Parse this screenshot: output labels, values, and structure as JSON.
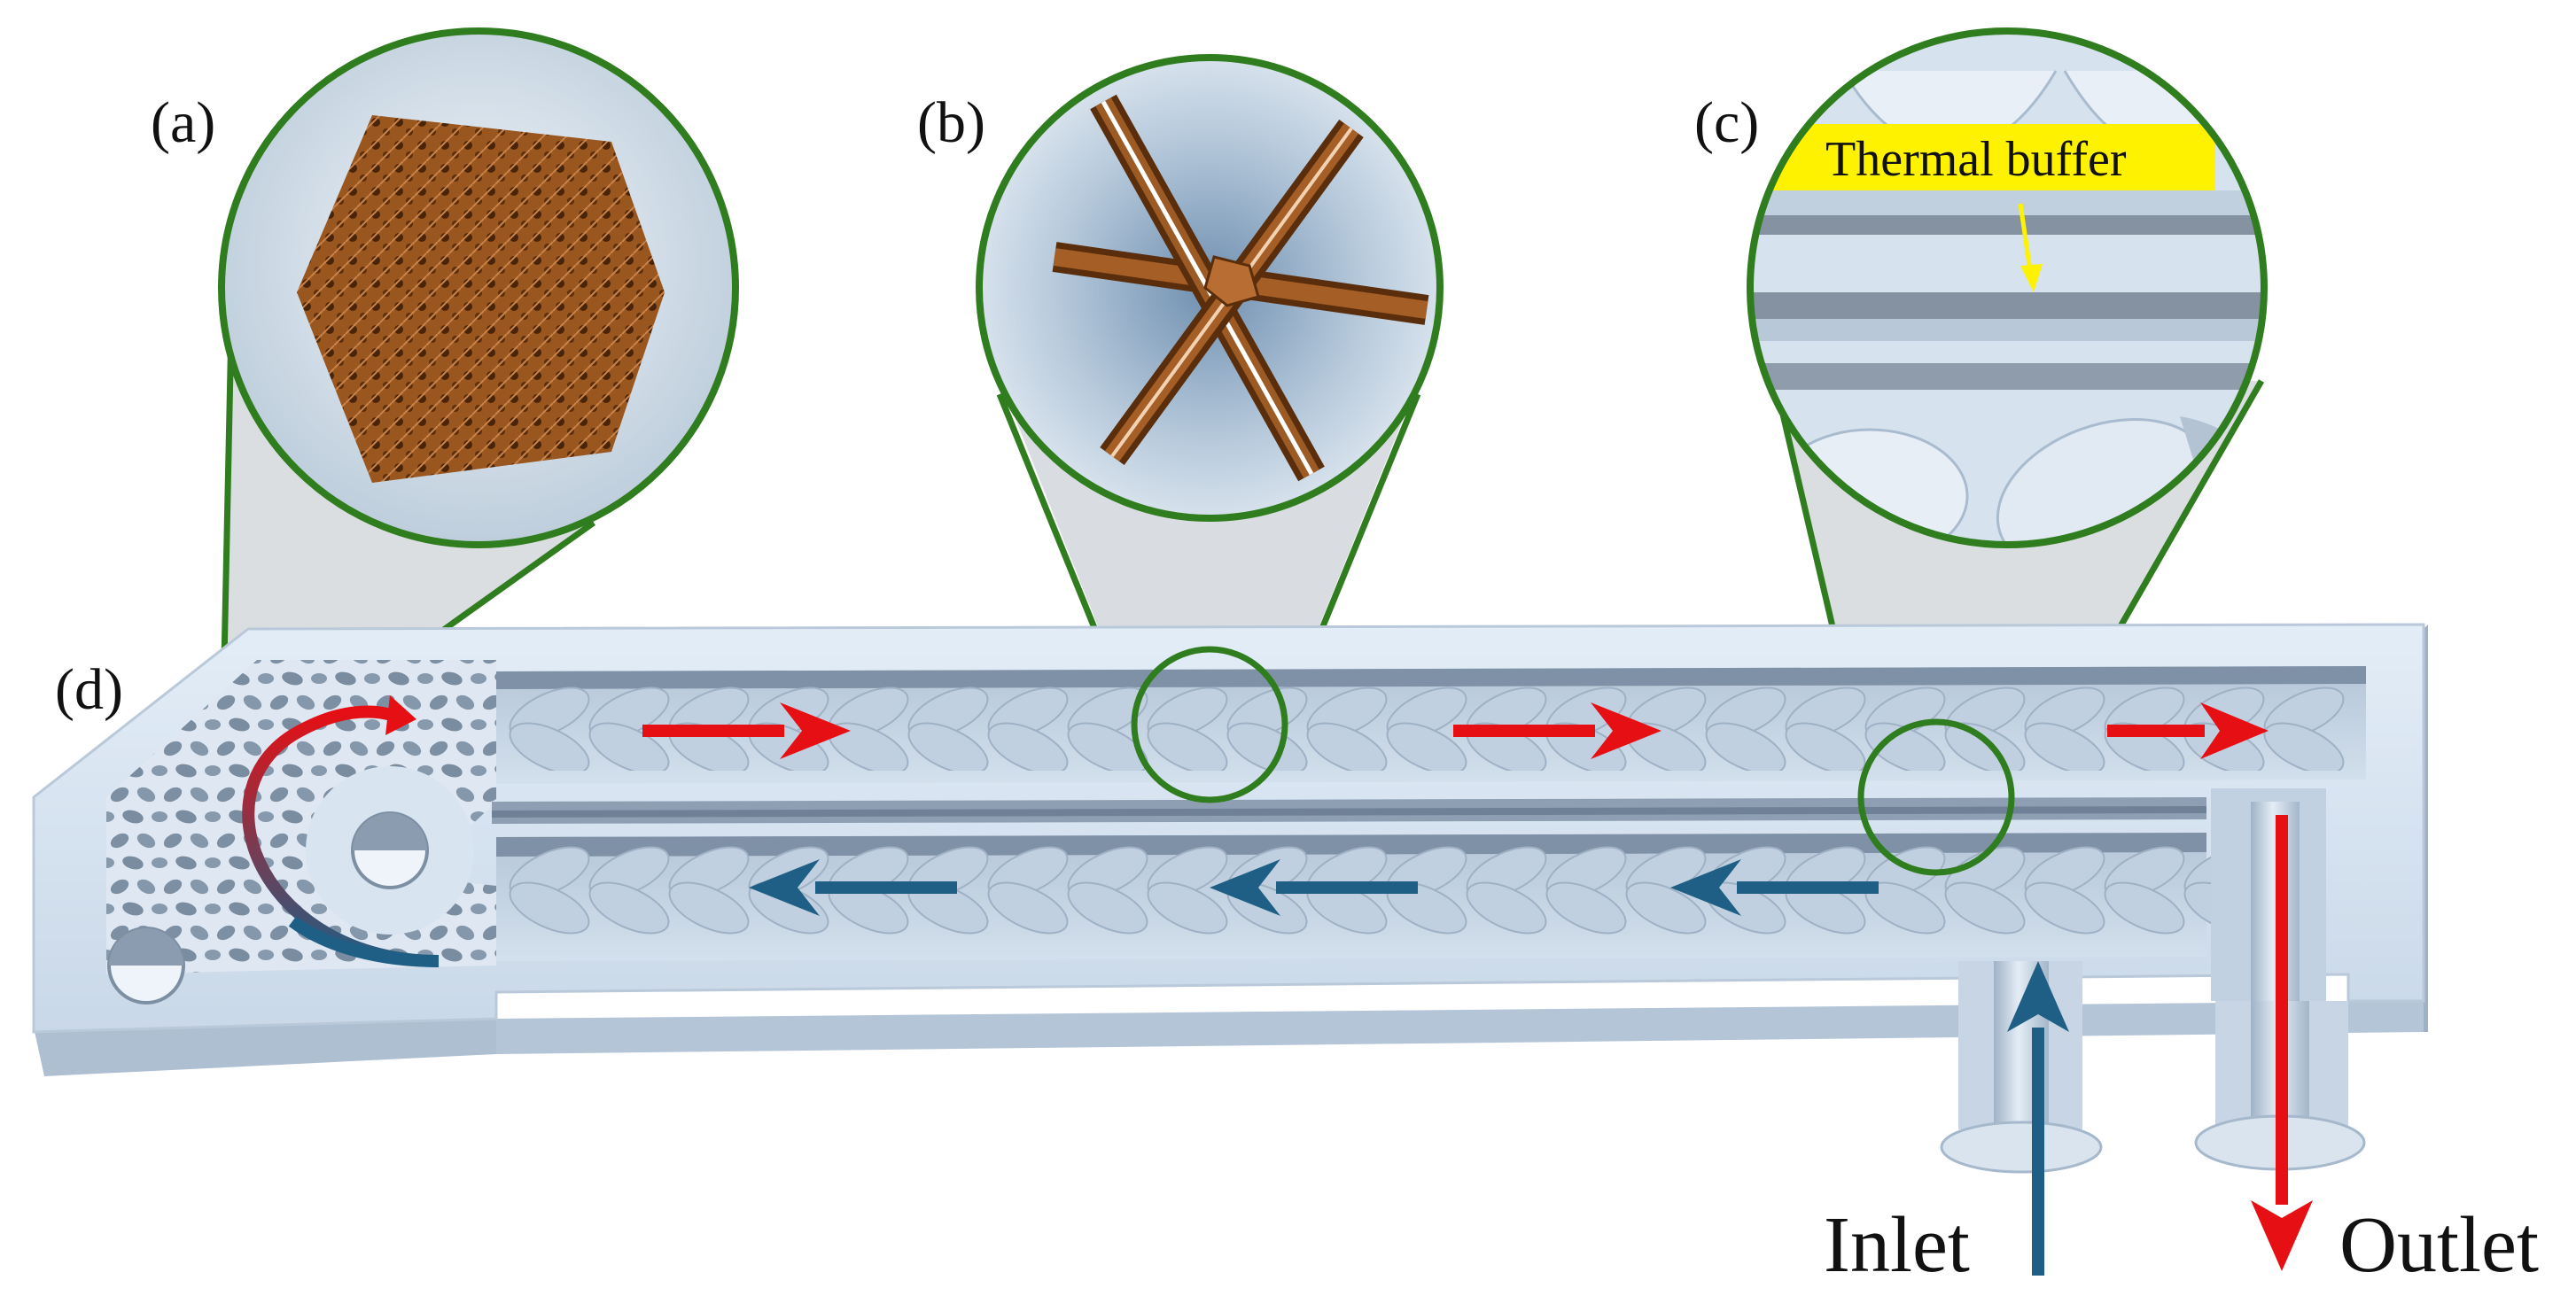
{
  "figure": {
    "panels": [
      {
        "id": "a",
        "label": "(a)"
      },
      {
        "id": "b",
        "label": "(b)"
      },
      {
        "id": "c",
        "label": "(c)"
      },
      {
        "id": "d",
        "label": "(d)"
      }
    ],
    "thermal_buffer_label": "Thermal buffer",
    "inlet_label": "Inlet",
    "outlet_label": "Outlet"
  },
  "colors": {
    "plate": "#d6e3f1",
    "plate_shadow": "#aebfd2",
    "magnifier_ring": "#2f7d1f",
    "hot_arrow": "#e60f14",
    "cold_arrow": "#1f5f85",
    "copper": "#8a4a1c",
    "highlight": "#fff200"
  }
}
